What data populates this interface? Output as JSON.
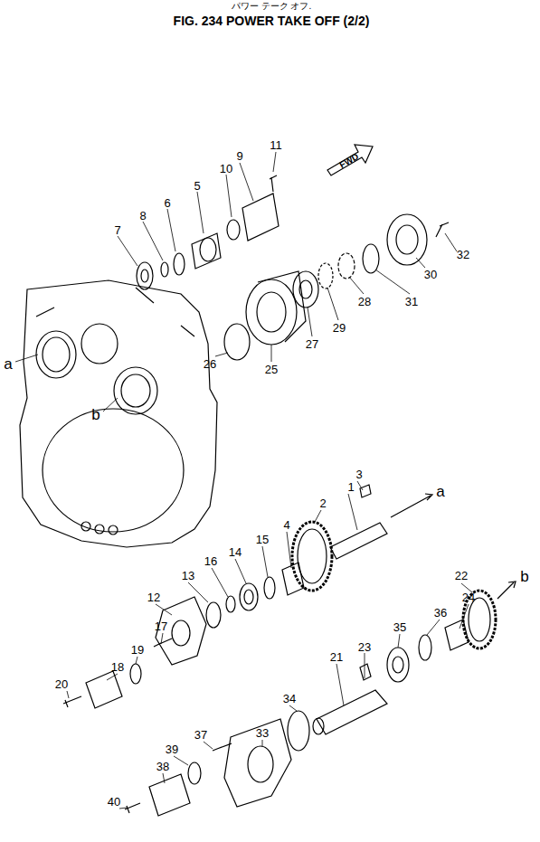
{
  "diagram": {
    "title": "FIG. 234 POWER TAKE OFF (2/2)",
    "labels": [
      "パワー テーク オフ.",
      "11",
      "9",
      "10",
      "5",
      "6",
      "8",
      "7",
      "FWD",
      "32",
      "30",
      "31",
      "28",
      "29",
      "27",
      "25",
      "26",
      "a",
      "b",
      "3",
      "1",
      "a",
      "2",
      "4",
      "15",
      "14",
      "16",
      "13",
      "12",
      "22",
      "b",
      "24",
      "36",
      "35",
      "23",
      "21",
      "17",
      "19",
      "18",
      "20",
      "34",
      "33",
      "37",
      "39",
      "38",
      "40"
    ]
  }
}
